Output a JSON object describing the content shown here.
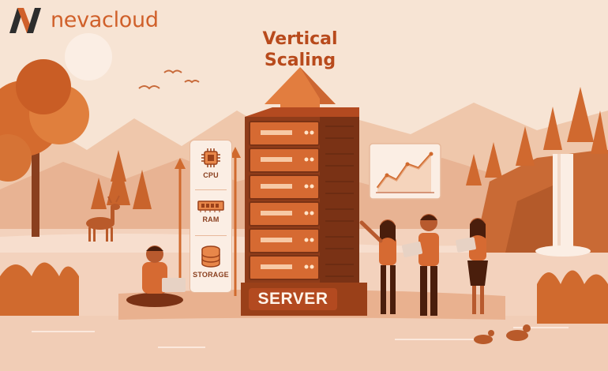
{
  "brand": {
    "name": "nevacloud"
  },
  "title": {
    "line1": "Vertical",
    "line2": "Scaling"
  },
  "resources": [
    {
      "label": "CPU",
      "icon": "cpu-chip-icon"
    },
    {
      "label": "RAM",
      "icon": "ram-module-icon"
    },
    {
      "label": "STORAGE",
      "icon": "storage-database-icon"
    }
  ],
  "server": {
    "label": "SERVER"
  },
  "colors": {
    "accent": "#d0602a",
    "dark_accent": "#b34a20",
    "background": "#f6e2d2"
  }
}
